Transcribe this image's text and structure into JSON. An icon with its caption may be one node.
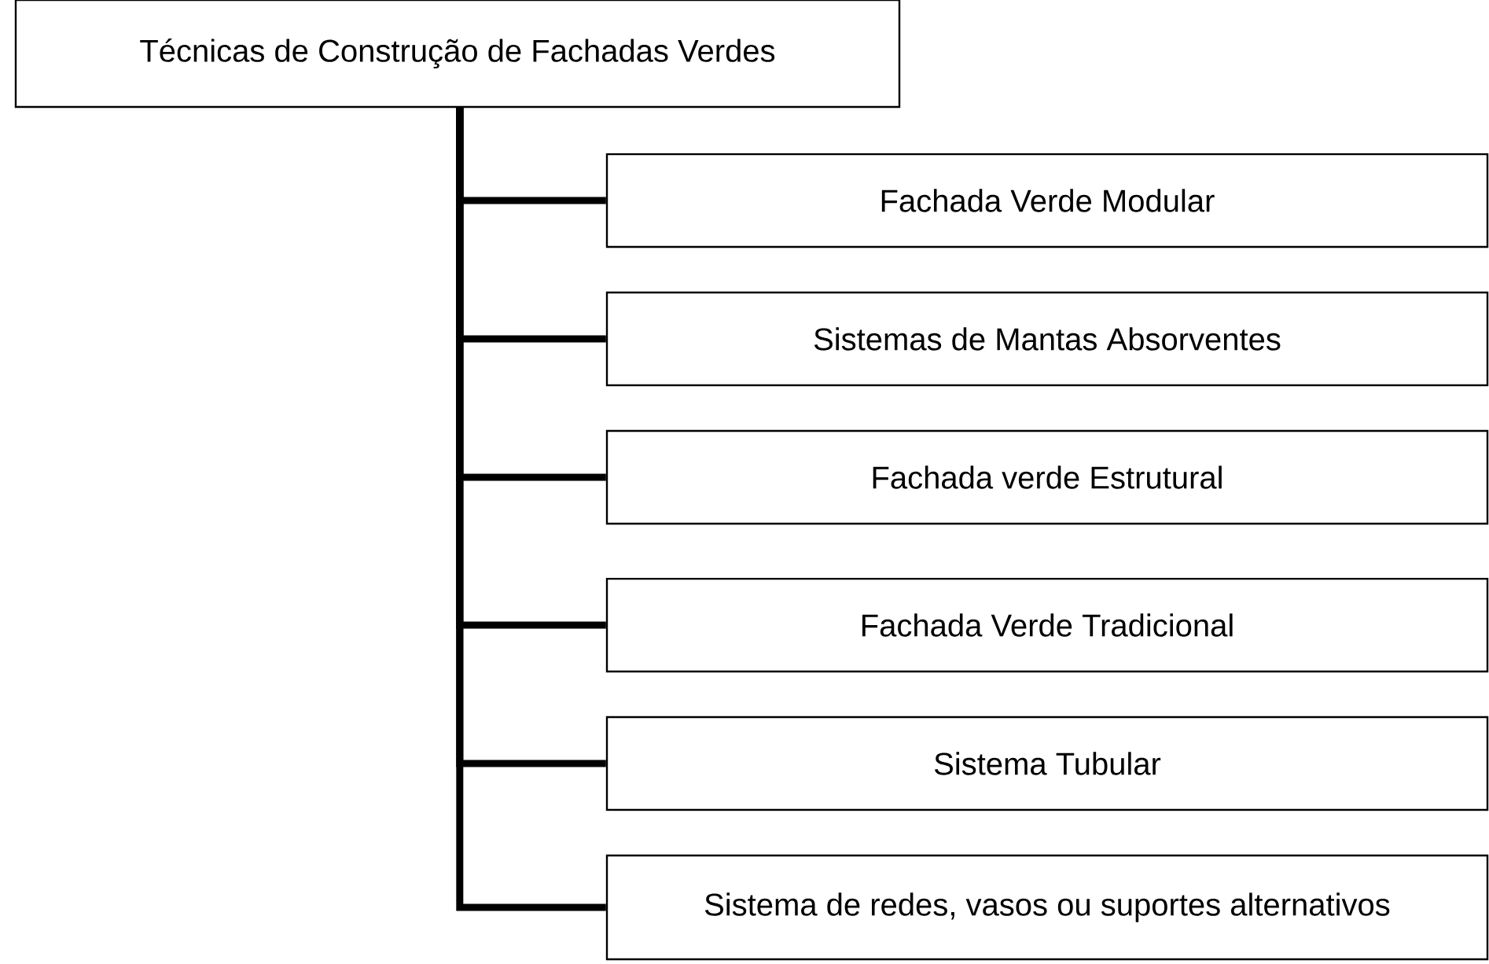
{
  "diagram": {
    "nodes": [
      {
        "text": [
          "Técnicas de Construção de Fachadas Verdes"
        ]
      },
      {
        "text": [
          "Fachada Verde Modular"
        ]
      },
      {
        "text": [
          "Sistemas de Mantas Absorventes"
        ]
      },
      {
        "text": [
          "Fachada verde Estrutural"
        ]
      },
      {
        "text": [
          "Fachada Verde Tradicional"
        ]
      },
      {
        "text": [
          "Sistema Tubular"
        ]
      },
      {
        "text": [
          "Sistema de redes, vasos ou suportes alternativos"
        ]
      }
    ],
    "edges": [
      {
        "from": 0,
        "to": 1,
        "arrow": "none"
      },
      {
        "from": 0,
        "to": 2,
        "arrow": "none"
      },
      {
        "from": 0,
        "to": 3,
        "arrow": "none"
      },
      {
        "from": 0,
        "to": 4,
        "arrow": "none"
      },
      {
        "from": 0,
        "to": 5,
        "arrow": "none"
      },
      {
        "from": 0,
        "to": 6,
        "arrow": "none"
      }
    ]
  }
}
